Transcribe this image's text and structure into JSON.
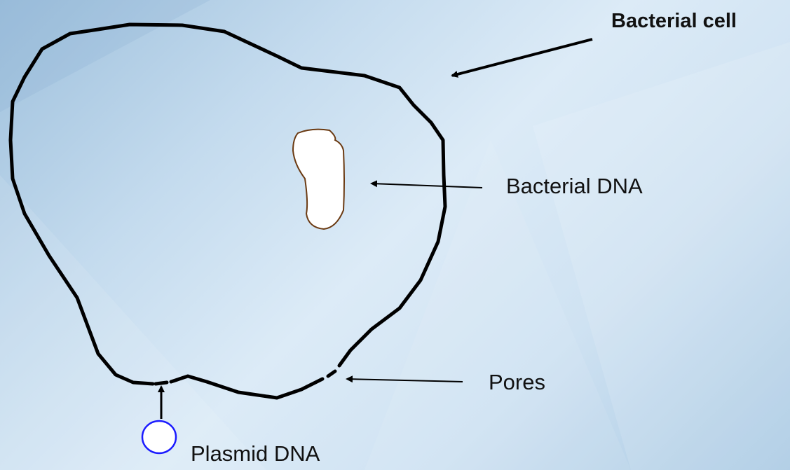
{
  "labels": {
    "bacterial_cell": "Bacterial cell",
    "bacterial_dna": "Bacterial DNA",
    "pores": "Pores",
    "plasmid_dna": "Plasmid DNA"
  },
  "colors": {
    "cell_outline": "#000000",
    "bacterial_dna_outline": "#6b3a12",
    "plasmid_outline": "#1a1aff",
    "arrow": "#000000"
  }
}
